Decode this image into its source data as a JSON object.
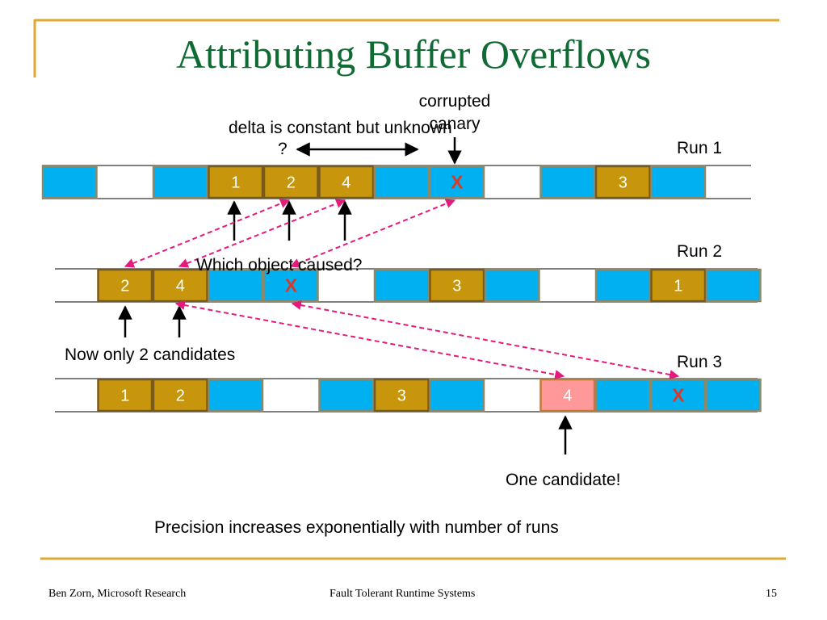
{
  "slide": {
    "title": "Attributing Buffer Overflows",
    "labels": {
      "corrupted_canary": [
        "corrupted",
        "canary"
      ],
      "delta": "delta is constant but unknown",
      "question_mark": "?",
      "which_object": "Which object caused?",
      "two_candidates": "Now only 2 candidates",
      "one_candidate": "One candidate!",
      "precision": "Precision increases exponentially with number of runs"
    },
    "runs": [
      {
        "label": "Run 1",
        "cells": [
          "blue",
          "empty",
          "blue",
          "obj:1",
          "obj:2",
          "obj:4",
          "blue",
          "canary",
          "empty",
          "blue",
          "obj:3",
          "blue",
          "empty"
        ]
      },
      {
        "label": "Run 2",
        "cells": [
          "empty",
          "obj:2",
          "obj:4",
          "blue",
          "canary",
          "empty",
          "blue",
          "obj:3",
          "blue",
          "empty",
          "blue",
          "obj:1",
          "blue"
        ]
      },
      {
        "label": "Run 3",
        "cells": [
          "empty",
          "obj:1",
          "obj:2",
          "blue",
          "empty",
          "blue",
          "obj:3",
          "blue",
          "empty",
          "candidate:4",
          "blue",
          "canary",
          "blue"
        ]
      }
    ],
    "canary_mark": "X",
    "footer": {
      "left": "Ben Zorn, Microsoft Research",
      "center": "Fault Tolerant Runtime Systems",
      "page": "15"
    },
    "colors": {
      "title": "#0f6b33",
      "accent_gold": "#e0a82e",
      "block_blue": "#00b0f0",
      "object_gold": "#c8960c",
      "object_border": "#7a5a1a",
      "candidate_pink": "#ff9999",
      "dashed_arrow": "#e6197d",
      "canary_x": "#d83a2a"
    }
  }
}
